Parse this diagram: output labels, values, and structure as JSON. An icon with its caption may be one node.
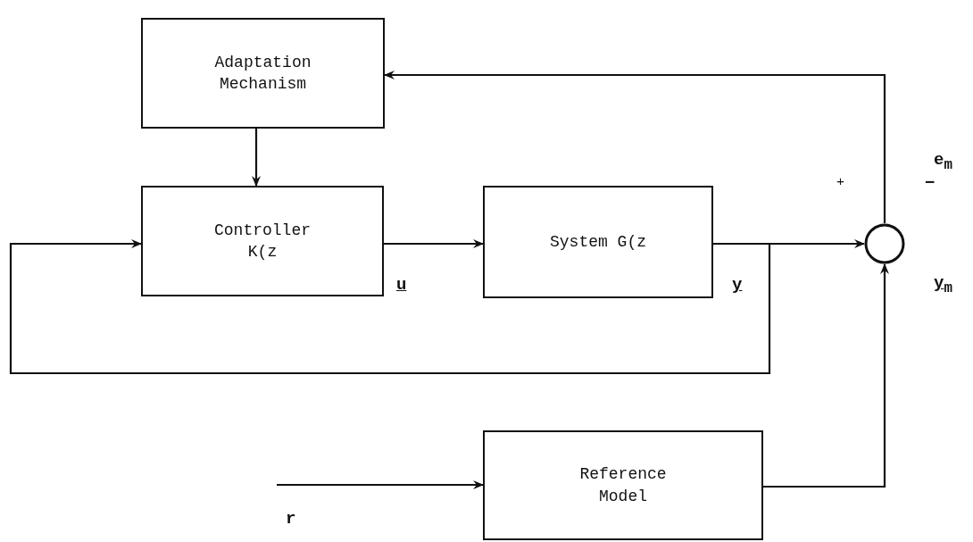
{
  "diagram": {
    "nodes": [
      {
        "text": [
          "Adaptation Mechanism"
        ]
      },
      {
        "text": [
          "Controller K(z"
        ]
      },
      {
        "text": [
          "System G(z"
        ]
      },
      {
        "text": [],
        "shape": "circle"
      },
      {
        "text": [
          "Reference Model"
        ]
      }
    ],
    "edges": [
      {
        "from": 0,
        "to": 1,
        "arrow": "to"
      },
      {
        "from": 1,
        "to": 2,
        "arrow": "to"
      },
      {
        "from": 2,
        "to": 3,
        "arrow": "to"
      },
      {
        "from": 2,
        "to": 1,
        "arrow": "to"
      },
      {
        "from": 3,
        "to": 0,
        "arrow": "to"
      },
      {
        "from": null,
        "to": 4,
        "arrow": "to"
      },
      {
        "from": 4,
        "to": 3,
        "arrow": "to"
      }
    ],
    "labels": [
      "e$_{m}$",
      "+",
      "−",
      "u",
      "y",
      "y$_{m}$",
      "r"
    ]
  }
}
